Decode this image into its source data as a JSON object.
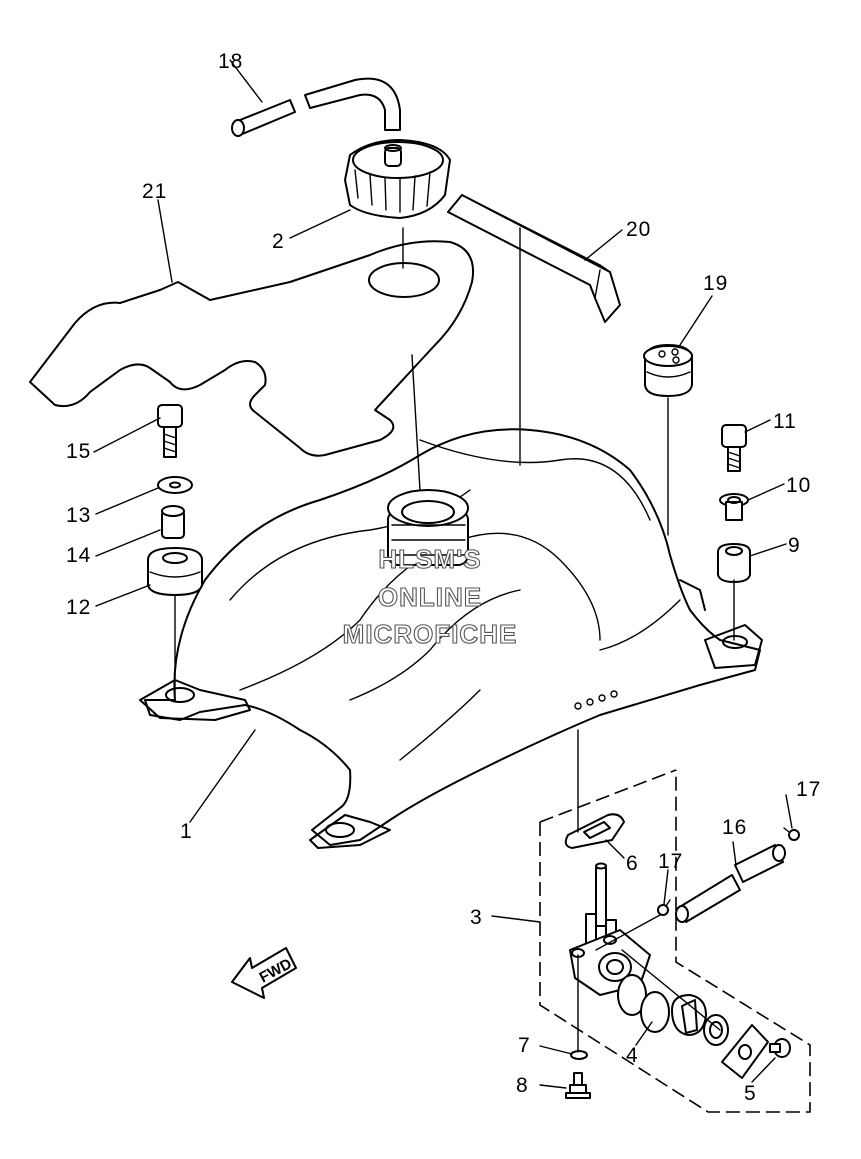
{
  "watermark": {
    "line1": "HLSM'S",
    "line2": "ONLINE",
    "line3": "MICROFICHE"
  },
  "direction_label": "FWD",
  "callouts": {
    "c1": "1",
    "c2": "2",
    "c3": "3",
    "c4": "4",
    "c5": "5",
    "c6": "6",
    "c7": "7",
    "c8": "8",
    "c9": "9",
    "c10": "10",
    "c11": "11",
    "c12": "12",
    "c13": "13",
    "c14": "14",
    "c15": "15",
    "c16": "16",
    "c17a": "17",
    "c17b": "17",
    "c18": "18",
    "c19": "19",
    "c20": "20",
    "c21": "21"
  }
}
